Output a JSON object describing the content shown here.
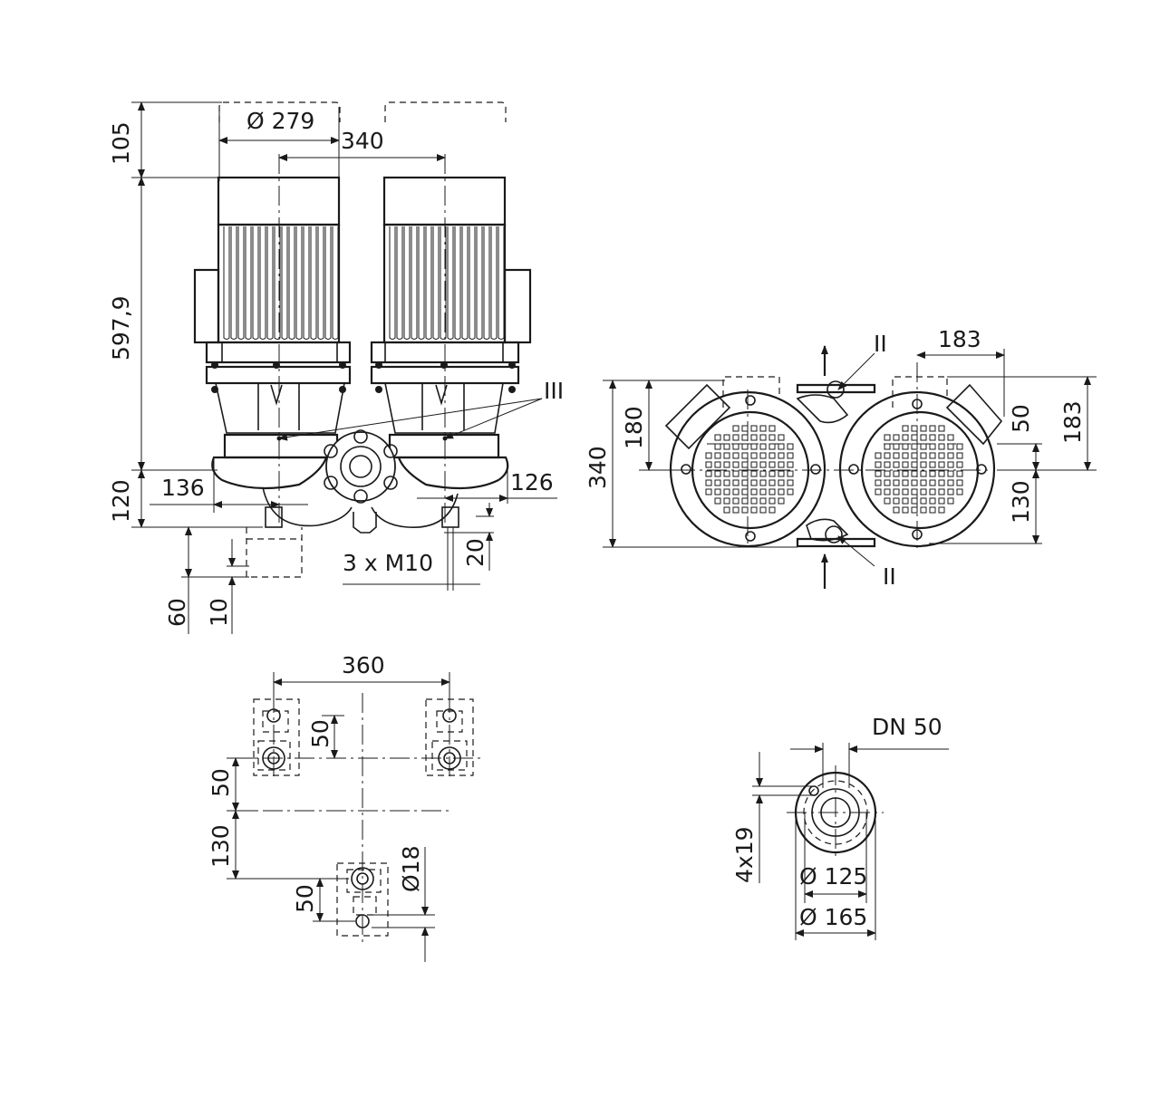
{
  "labels": {
    "d279": "Ø 279",
    "d340_top": "340",
    "d105": "105",
    "d597": "597,9",
    "d120": "120",
    "d136": "136",
    "d126": "126",
    "d60": "60",
    "d10": "10",
    "d20": "20",
    "m10": "3 x M10",
    "iii": "III",
    "d340_right": "340",
    "d180": "180",
    "d183_top": "183",
    "d183_right": "183",
    "d50_right": "50",
    "d130_right": "130",
    "ii_top": "II",
    "ii_bottom": "II",
    "d360": "360",
    "d50_a": "50",
    "d50_b": "50",
    "d130_b": "130",
    "d50_c": "50",
    "d18": "Ø18",
    "dn50": "DN 50",
    "d4x19": "4x19",
    "d125": "Ø 125",
    "d165": "Ø 165"
  }
}
